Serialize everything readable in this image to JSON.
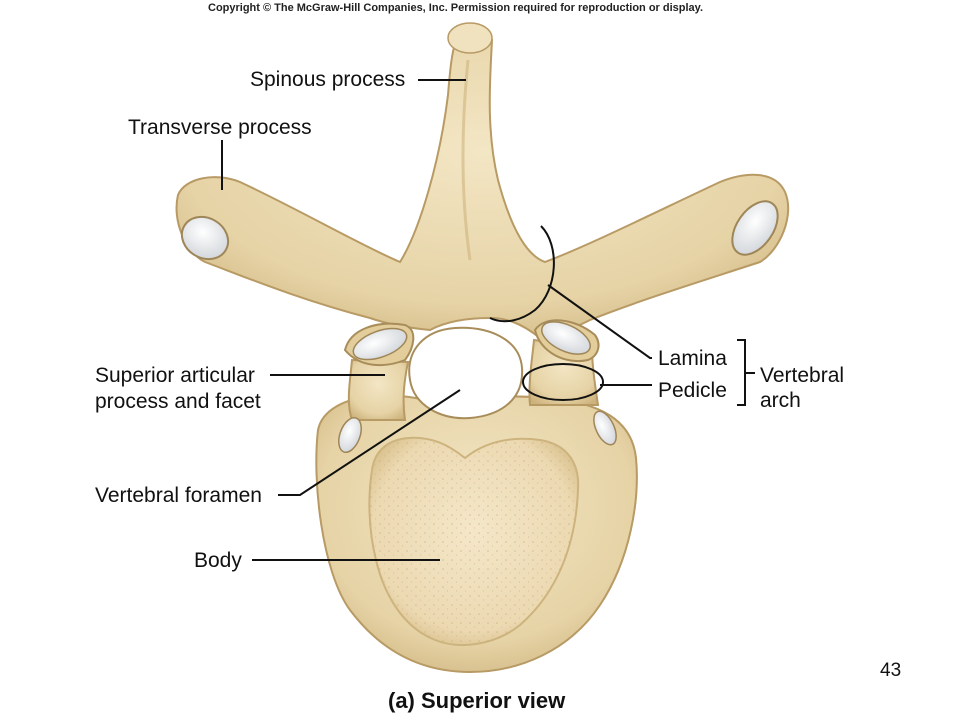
{
  "copyright": "Copyright © The McGraw-Hill Companies, Inc. Permission required for reproduction or display.",
  "labels": {
    "spinous": "Spinous process",
    "transverse": "Transverse process",
    "superior_line1": "Superior articular",
    "superior_line2": "process and facet",
    "foramen": "Vertebral foramen",
    "body": "Body",
    "lamina": "Lamina",
    "pedicle": "Pedicle",
    "arch_line1": "Vertebral",
    "arch_line2": "arch"
  },
  "caption": "(a) Superior view",
  "page_number": "43",
  "colors": {
    "bone": "#ecdcb4",
    "bone_shadow": "#c9b07c",
    "bone_dark": "#a88d5a",
    "facet": "#eef0f2",
    "body_surface": "#f1e3c2",
    "leader": "#111111"
  }
}
